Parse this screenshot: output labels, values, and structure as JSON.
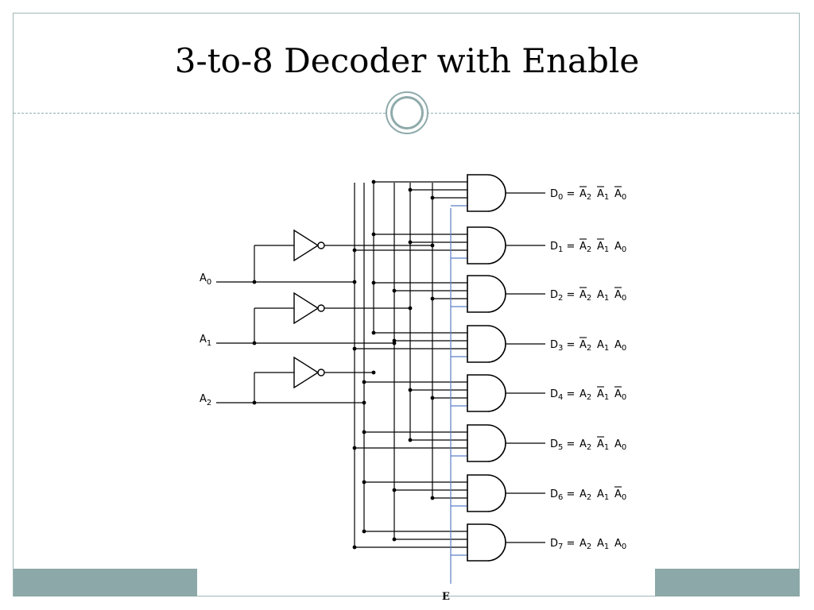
{
  "slide": {
    "title": "3-to-8 Decoder with Enable"
  },
  "inputs": [
    {
      "name": "A",
      "sub": "0"
    },
    {
      "name": "A",
      "sub": "1"
    },
    {
      "name": "A",
      "sub": "2"
    }
  ],
  "enable_label": "E",
  "outputs": [
    {
      "name": "D",
      "sub": "0",
      "terms": [
        {
          "l": "A",
          "s": "2",
          "bar": true
        },
        {
          "l": "A",
          "s": "1",
          "bar": true
        },
        {
          "l": "A",
          "s": "0",
          "bar": true
        }
      ]
    },
    {
      "name": "D",
      "sub": "1",
      "terms": [
        {
          "l": "A",
          "s": "2",
          "bar": true
        },
        {
          "l": "A",
          "s": "1",
          "bar": true
        },
        {
          "l": "A",
          "s": "0",
          "bar": false
        }
      ]
    },
    {
      "name": "D",
      "sub": "2",
      "terms": [
        {
          "l": "A",
          "s": "2",
          "bar": true
        },
        {
          "l": "A",
          "s": "1",
          "bar": false
        },
        {
          "l": "A",
          "s": "0",
          "bar": true
        }
      ]
    },
    {
      "name": "D",
      "sub": "3",
      "terms": [
        {
          "l": "A",
          "s": "2",
          "bar": true
        },
        {
          "l": "A",
          "s": "1",
          "bar": false
        },
        {
          "l": "A",
          "s": "0",
          "bar": false
        }
      ]
    },
    {
      "name": "D",
      "sub": "4",
      "terms": [
        {
          "l": "A",
          "s": "2",
          "bar": false
        },
        {
          "l": "A",
          "s": "1",
          "bar": true
        },
        {
          "l": "A",
          "s": "0",
          "bar": true
        }
      ]
    },
    {
      "name": "D",
      "sub": "5",
      "terms": [
        {
          "l": "A",
          "s": "2",
          "bar": false
        },
        {
          "l": "A",
          "s": "1",
          "bar": true
        },
        {
          "l": "A",
          "s": "0",
          "bar": false
        }
      ]
    },
    {
      "name": "D",
      "sub": "6",
      "terms": [
        {
          "l": "A",
          "s": "2",
          "bar": false
        },
        {
          "l": "A",
          "s": "1",
          "bar": false
        },
        {
          "l": "A",
          "s": "0",
          "bar": true
        }
      ]
    },
    {
      "name": "D",
      "sub": "7",
      "terms": [
        {
          "l": "A",
          "s": "2",
          "bar": false
        },
        {
          "l": "A",
          "s": "1",
          "bar": false
        },
        {
          "l": "A",
          "s": "0",
          "bar": false
        }
      ]
    }
  ],
  "colors": {
    "wire": "#000000",
    "enable_wire": "#5b7fc7",
    "accent": "#8ca8a8"
  }
}
